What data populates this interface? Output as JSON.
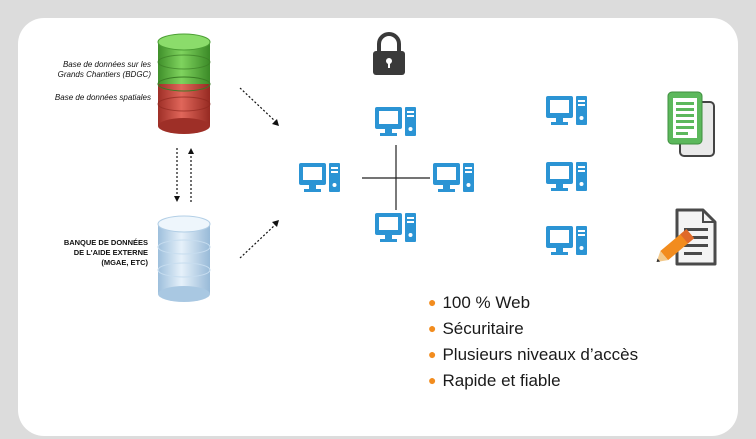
{
  "labels": {
    "db_top_line1": "Base de données sur les",
    "db_top_line2": "Grands Chantiers (BDGC)",
    "db_top_line3": "Base de données spatiales",
    "db_bottom_line1": "BANQUE DE DONNÉES",
    "db_bottom_line2": "DE L'AIDE EXTERNE",
    "db_bottom_line3": "(MGAE, ETC)"
  },
  "bullets": [
    "100 % Web",
    "Sécuritaire",
    "Plusieurs niveaux d’accès",
    "Rapide et fiable"
  ],
  "icons": {
    "lock": "lock-icon",
    "computer": "computer-icon",
    "document": "document-icon",
    "edit_document": "edit-document-icon"
  },
  "colors": {
    "computer": "#2b94d4",
    "bullet": "#f28c1e",
    "db_green": "#62b646",
    "db_red": "#c9463b",
    "db_blue": "#b9d6ec",
    "doc_green": "#5cb85c"
  }
}
